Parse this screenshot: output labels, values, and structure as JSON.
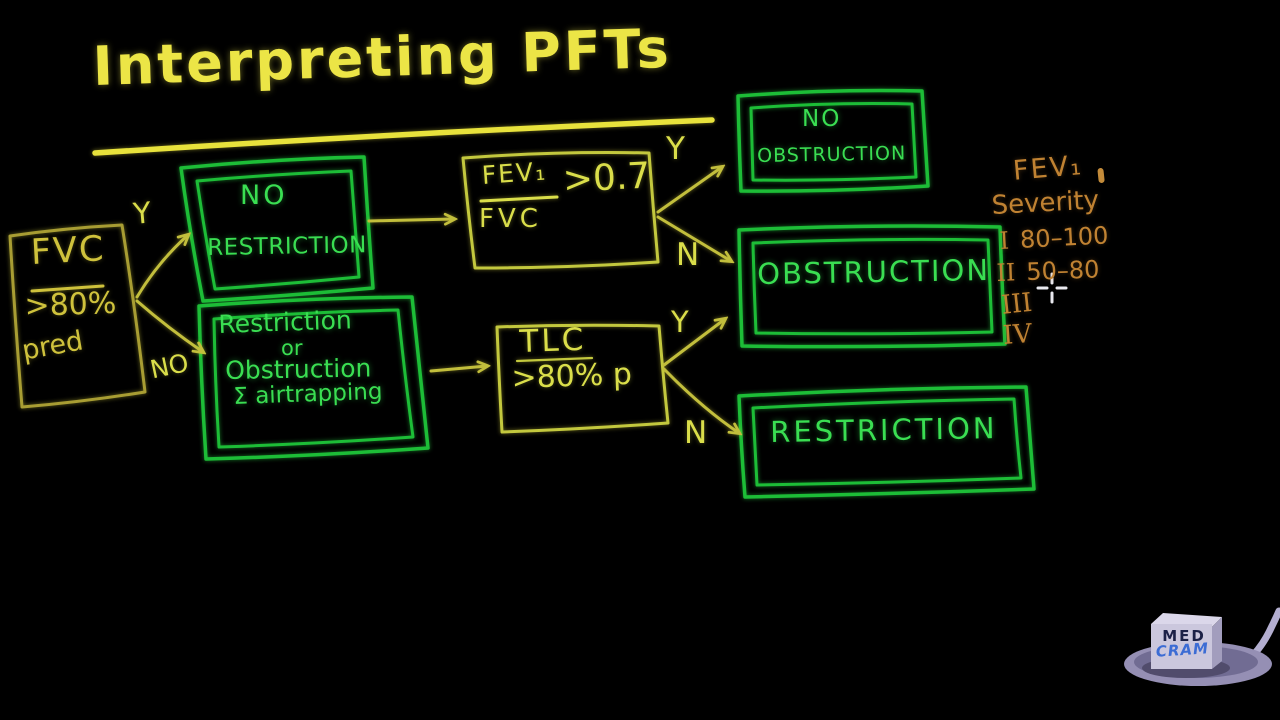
{
  "title": "Interpreting PFTs",
  "nodes": {
    "fvc": {
      "line1": "FVC",
      "line2": ">80%",
      "line3": "pred"
    },
    "no_restriction": {
      "line1": "NO",
      "line2": "RESTRICTION"
    },
    "restriction_or_obstruction": {
      "line1": "Restriction",
      "line2": "or",
      "line3": "Obstruction",
      "line4": "Σ airtrapping"
    },
    "fev1_fvc": {
      "numerator": "FEV₁",
      "denominator": "FVC",
      "threshold": ">0.7"
    },
    "tlc": {
      "line1": "TLC",
      "line2": ">80% p"
    },
    "no_obstruction": {
      "line1": "NO",
      "line2": "OBSTRUCTION"
    },
    "obstruction": {
      "label": "OBSTRUCTION"
    },
    "restriction": {
      "label": "RESTRICTION"
    }
  },
  "edges": {
    "fvc_yes": "Y",
    "fvc_no": "NO",
    "fev_yes": "Y",
    "fev_no": "N",
    "tlc_yes": "Y",
    "tlc_no": "N"
  },
  "severity": {
    "heading_line1": "FEV₁",
    "heading_line2": "Severity",
    "rows": [
      {
        "numeral": "I",
        "range": "80–100"
      },
      {
        "numeral": "II",
        "range": "50–80"
      },
      {
        "numeral": "III",
        "range": ""
      },
      {
        "numeral": "IV",
        "range": ""
      }
    ]
  },
  "logo": {
    "med": "MED",
    "cram": "CRAM"
  },
  "colors": {
    "background": "#000000",
    "title_yellow": "#ece546",
    "olive_stroke": "#a89d33",
    "yellow_green_stroke": "#c3c83e",
    "green_stroke": "#1dbd37",
    "green_text": "#3ade52",
    "orange_text": "#c08232",
    "arrow": "#c2be3c",
    "cursor": "#e9e9ef",
    "logo_navy": "#1c2147",
    "logo_blue": "#3c6cd4"
  }
}
